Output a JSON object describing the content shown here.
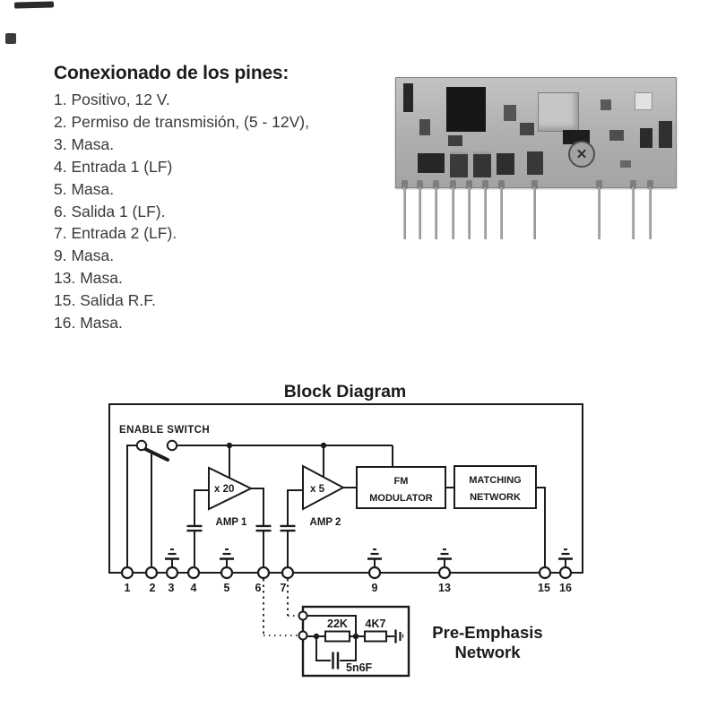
{
  "pin_list": {
    "title": "Conexionado de los pines:",
    "items": [
      "1. Positivo, 12 V.",
      "2. Permiso de transmisión, (5 - 12V),",
      "3. Masa.",
      "4. Entrada 1 (LF)",
      "5. Masa.",
      "6. Salida 1 (LF).",
      "7. Entrada 2 (LF).",
      "9. Masa.",
      "13. Masa.",
      "15. Salida R.F.",
      "16. Masa."
    ]
  },
  "block_diagram": {
    "title": "Block Diagram",
    "enable_switch": "ENABLE SWITCH",
    "amp1_gain": "x 20",
    "amp1_label": "AMP 1",
    "amp2_gain": "x 5",
    "am2_note": "",
    "amp2_label": "AMP 2",
    "fm_line1": "FM",
    "fm_line2": "MODULATOR",
    "match_line1": "MATCHING",
    "match_line2": "NETWORK",
    "pin_labels": [
      "1",
      "2",
      "3",
      "4",
      "5",
      "6",
      "7",
      "9",
      "13",
      "15",
      "16"
    ]
  },
  "pre_emphasis": {
    "r1": "22K",
    "r2": "4K7",
    "c1": "5n6F",
    "title_line1": "Pre-Emphasis",
    "title_line2": "Network"
  },
  "colors": {
    "ink": "#1b1b1b",
    "body_text": "#3a3a3a",
    "board_gray": "#b5b5b5"
  }
}
